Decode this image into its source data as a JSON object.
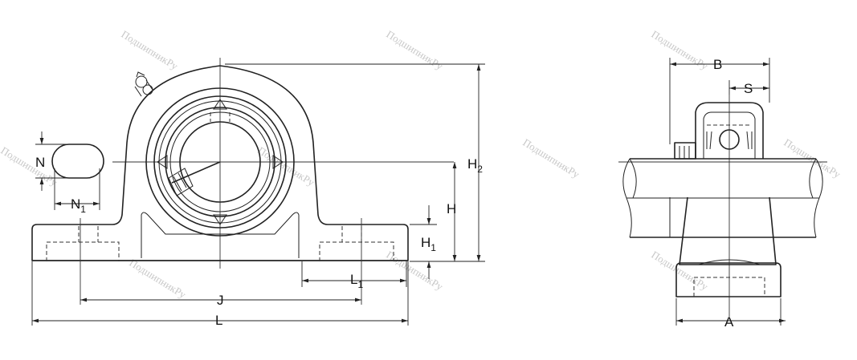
{
  "watermark": "ПодшипникРу",
  "dimensions": {
    "B": "B",
    "S": "S",
    "N": "N",
    "N1_base": "N",
    "N1_sub": "1",
    "H": "H",
    "H1_base": "H",
    "H1_sub": "1",
    "H2_base": "H",
    "H2_sub": "2",
    "L1_base": "L",
    "L1_sub": "1",
    "J": "J",
    "L": "L",
    "A": "A"
  }
}
